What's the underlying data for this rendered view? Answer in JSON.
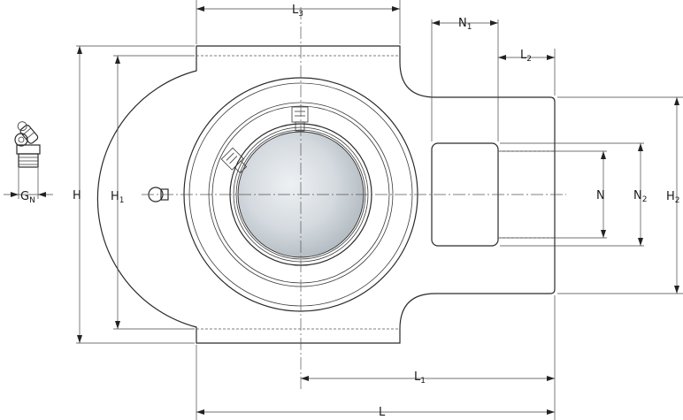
{
  "labels": {
    "L": {
      "base": "L",
      "sub": ""
    },
    "L1": {
      "base": "L",
      "sub": "1"
    },
    "L2": {
      "base": "L",
      "sub": "2"
    },
    "L3": {
      "base": "L",
      "sub": "3"
    },
    "H": {
      "base": "H",
      "sub": ""
    },
    "H1": {
      "base": "H",
      "sub": "1"
    },
    "H2": {
      "base": "H",
      "sub": "2"
    },
    "N": {
      "base": "N",
      "sub": ""
    },
    "N1": {
      "base": "N",
      "sub": "1"
    },
    "N2": {
      "base": "N",
      "sub": "2"
    },
    "GN": {
      "base": "G",
      "sub": "N"
    }
  },
  "colors": {
    "line": "#2b2b2b",
    "bore_fill": "#c9d0d5",
    "bore_highlight": "#eef1f3"
  }
}
